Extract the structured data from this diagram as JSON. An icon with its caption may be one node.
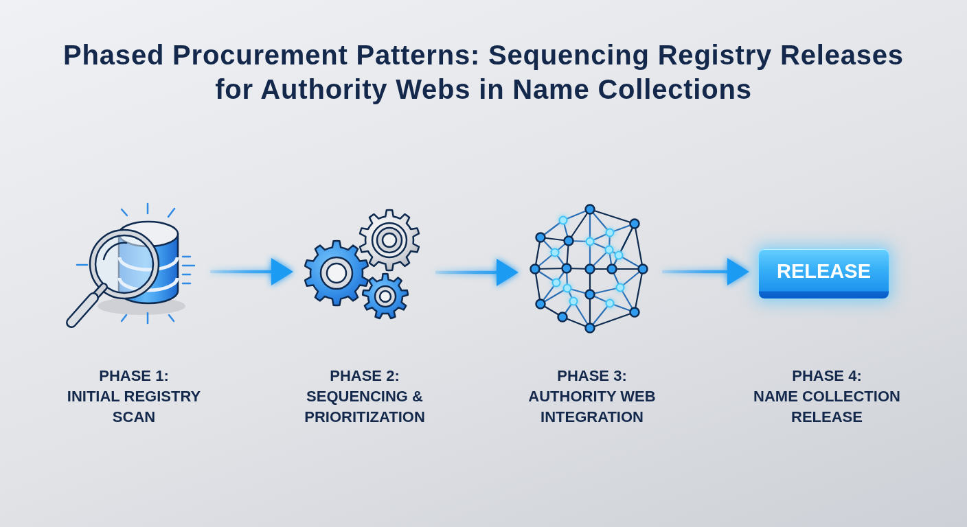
{
  "diagram": {
    "title": "Phased Procurement Patterns: Sequencing Registry Releases for Authority Webs in Name Collections",
    "nodes": [
      {
        "text": [],
        "shape": "picture",
        "beside": [
          "PHASE 1:",
          "INITIAL REGISTRY SCAN"
        ]
      },
      {
        "text": [],
        "shape": "picture",
        "beside": [
          "PHASE 2:",
          "SEQUENCING & PRIORITIZATION"
        ]
      },
      {
        "text": [],
        "shape": "picture",
        "beside": [
          "PHASE 3:",
          "AUTHORITY WEB INTEGRATION"
        ]
      },
      {
        "text": [
          "RELEASE"
        ],
        "beside": [
          "PHASE 4:",
          "NAME COLLECTION RELEASE"
        ]
      }
    ],
    "edges": [
      {
        "from": 0,
        "to": 1,
        "arrow": "to"
      },
      {
        "from": 1,
        "to": 2,
        "arrow": "to"
      },
      {
        "from": 2,
        "to": 3,
        "arrow": "to"
      }
    ]
  }
}
